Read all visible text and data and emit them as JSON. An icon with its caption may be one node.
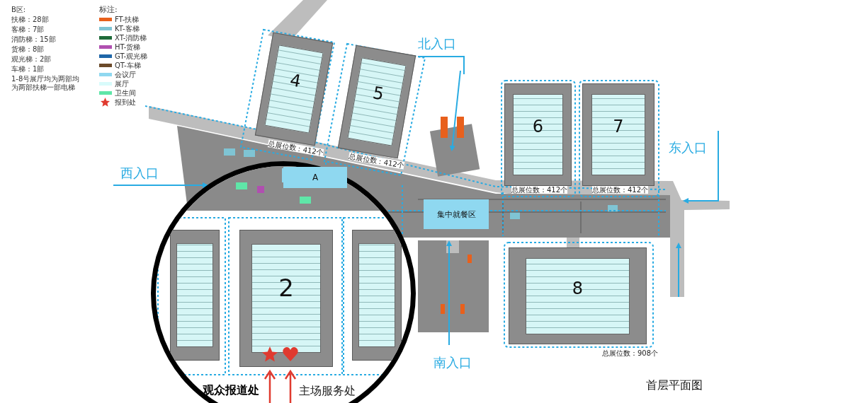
{
  "diagram": {
    "caption": "首层平面图",
    "nodes": [
      {
        "text": [
          "4"
        ],
        "beside": [
          "总展位数：412个"
        ]
      },
      {
        "text": [
          "5"
        ],
        "beside": [
          "总展位数：412个"
        ]
      },
      {
        "text": [
          "6"
        ],
        "beside": [
          "总展位数：412个"
        ]
      },
      {
        "text": [
          "7"
        ],
        "beside": [
          "总展位数：412个"
        ]
      },
      {
        "text": [
          "A"
        ]
      },
      {
        "text": [
          "集中就餐区"
        ]
      },
      {
        "text": [],
        "shape": "box"
      },
      {
        "text": [
          "2"
        ]
      },
      {
        "text": [],
        "shape": "box"
      },
      {
        "text": [
          "8"
        ],
        "beside": [
          "总展位数：908个"
        ]
      }
    ],
    "labels": [
      "B区:",
      "扶梯：28部",
      "客梯：7部",
      "消防梯：15部",
      "货梯：8部",
      "观光梯：2部",
      "车梯：1部",
      "1-8号展厅均为两部均为两部扶梯一部电梯",
      "标注:",
      "北入口",
      "东入口",
      "西入口",
      "南入口",
      "观众报道处",
      "主场服务处"
    ],
    "legend": [
      {
        "text": "FT-扶梯",
        "color": "#e8601c"
      },
      {
        "text": "KT-客梯",
        "color": "#7fc4d4"
      },
      {
        "text": "XT-消防梯",
        "color": "#1f6b3a"
      },
      {
        "text": "HT-货梯",
        "color": "#b04fb0"
      },
      {
        "text": "GT-观光梯",
        "color": "#1f66a8"
      },
      {
        "text": "QT-车梯",
        "color": "#6b4a2a"
      },
      {
        "text": "会议厅",
        "color": "#8fd8f0"
      },
      {
        "text": "展厅",
        "color": "#d8fbfb"
      },
      {
        "text": "卫生间",
        "color": "#5fe6a8"
      },
      {
        "text": "报到处"
      }
    ]
  }
}
